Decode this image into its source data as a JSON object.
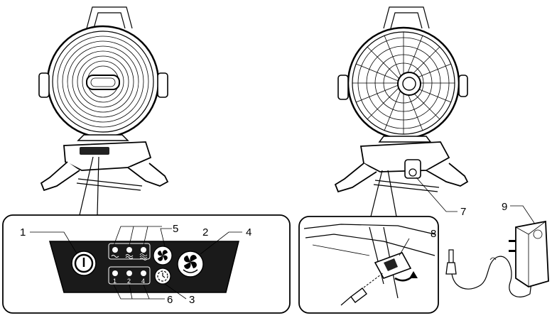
{
  "callouts": {
    "c1": "1",
    "c2": "2",
    "c3": "3",
    "c4": "4",
    "c5": "5",
    "c6": "6",
    "c7": "7",
    "c8": "8",
    "c9": "9"
  },
  "panel": {
    "speed_led_labels": [
      "1",
      "2",
      "4"
    ]
  }
}
